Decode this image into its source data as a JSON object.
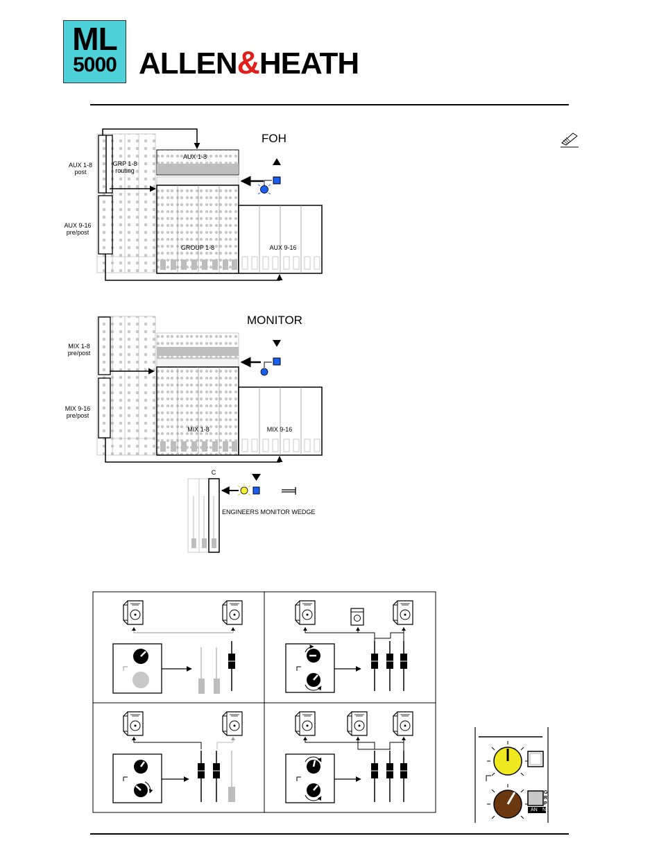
{
  "header": {
    "logo_line1": "ML",
    "logo_line2": "5000",
    "brand_left": "ALLEN",
    "brand_amp": "&",
    "brand_right": "HEATH"
  },
  "foh": {
    "title": "FOH",
    "aux18_post": "AUX 1-8\npost",
    "grp_routing": "GRP 1-8\nrouting",
    "aux916_prepost": "AUX 9-16\npre/post",
    "aux18_block": "AUX 1-8",
    "group18_block": "GROUP 1-8",
    "aux916_block": "AUX 9-16"
  },
  "monitor": {
    "title": "MONITOR",
    "mix18_prepost": "MIX 1-8\npre/post",
    "mix916_prepost": "MIX 9-16\npre/post",
    "mix18_block": "MIX 1-8",
    "mix916_block": "MIX 9-16",
    "wedge_c": "C",
    "wedge_label": "ENGINEERS MONITOR WEDGE"
  },
  "detail_panel": {
    "grp_vertical": "GRP",
    "pan_label": "AN",
    "n_label": "N"
  },
  "colors": {
    "logo_bg": "#4fd1d9",
    "amp_red": "#e0201a",
    "led_blue": "#1a5ff0",
    "led_yellow": "#f5f033",
    "knob_yellow": "#f0e81e",
    "knob_brown": "#6b3810"
  }
}
